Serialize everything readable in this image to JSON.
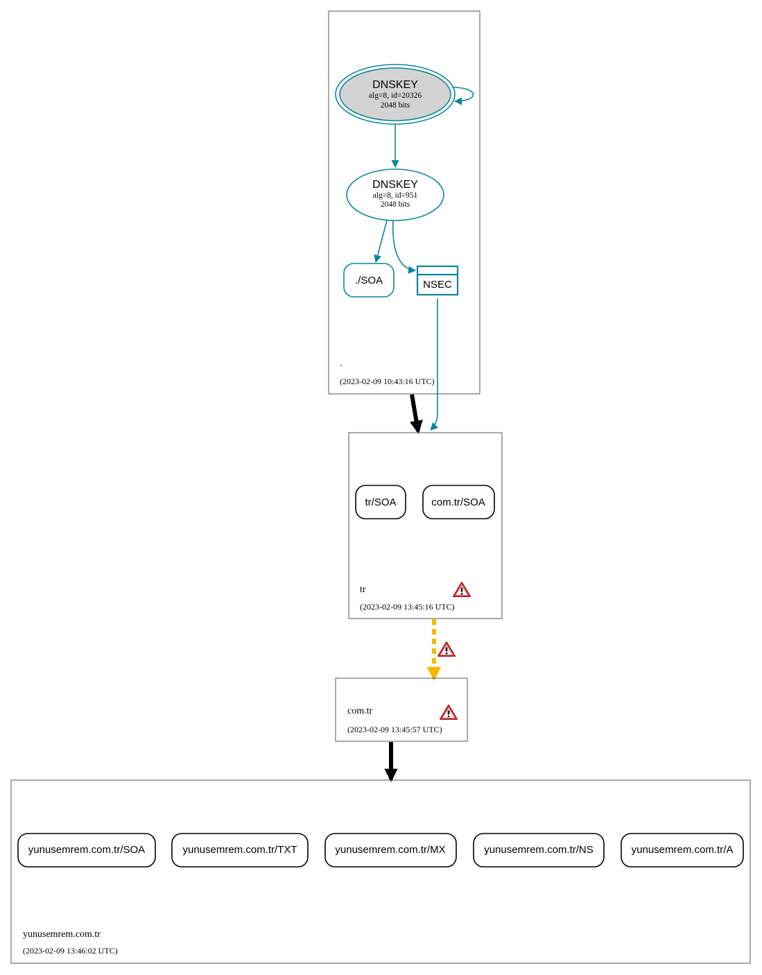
{
  "colors": {
    "secure": "#0a879a",
    "insecure_delegation": "#f4b800",
    "delegation": "#000000",
    "ksk_fill": "#d3d3d3",
    "warning_red": "#c8262b"
  },
  "zones": {
    "root": {
      "name": ".",
      "timestamp": "(2023-02-09 10:43:16 UTC)",
      "ksk": {
        "type": "DNSKEY",
        "detail": "alg=8, id=20326",
        "bits": "2048 bits"
      },
      "zsk": {
        "type": "DNSKEY",
        "detail": "alg=8, id=951",
        "bits": "2048 bits"
      },
      "rrset": "./SOA",
      "nsec": "NSEC"
    },
    "tr": {
      "name": "tr",
      "timestamp": "(2023-02-09 13:45:16 UTC)",
      "rrsets": [
        "tr/SOA",
        "com.tr/SOA"
      ],
      "warning_icon": "warning-triangle-icon"
    },
    "comtr": {
      "name": "com.tr",
      "timestamp": "(2023-02-09 13:45:57 UTC)",
      "warning_icon": "warning-triangle-icon"
    },
    "yunus": {
      "name": "yunusemrem.com.tr",
      "timestamp": "(2023-02-09 13:46:02 UTC)",
      "rrsets": [
        "yunusemrem.com.tr/SOA",
        "yunusemrem.com.tr/TXT",
        "yunusemrem.com.tr/MX",
        "yunusemrem.com.tr/NS",
        "yunusemrem.com.tr/A"
      ]
    }
  },
  "edges": {
    "tr_to_comtr_warning_icon": "warning-triangle-icon"
  }
}
